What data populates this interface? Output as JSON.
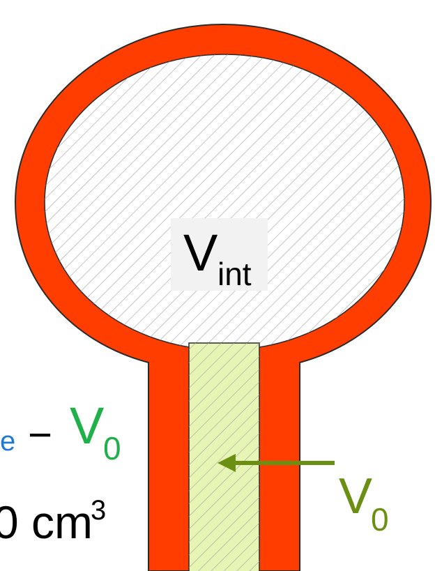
{
  "colors": {
    "wall": "#ff3d00",
    "outline": "#2a2a2a",
    "hatch": "#a6a6a6",
    "cavity": "#ffffff",
    "stem_fill": "#e6f5b4",
    "arrow": "#6a8f12",
    "equation_v0": "#1fb04a",
    "equation_e": "#1f7ad6"
  },
  "labels": {
    "vint_main": "V",
    "vint_sub": "int",
    "v0_main": "V",
    "v0_sub": "0"
  },
  "equation": {
    "fragment_e": "e",
    "minus": "−",
    "v_main": "V",
    "v_sub": "0",
    "line2": "0 cm",
    "line2_sup": "3"
  }
}
